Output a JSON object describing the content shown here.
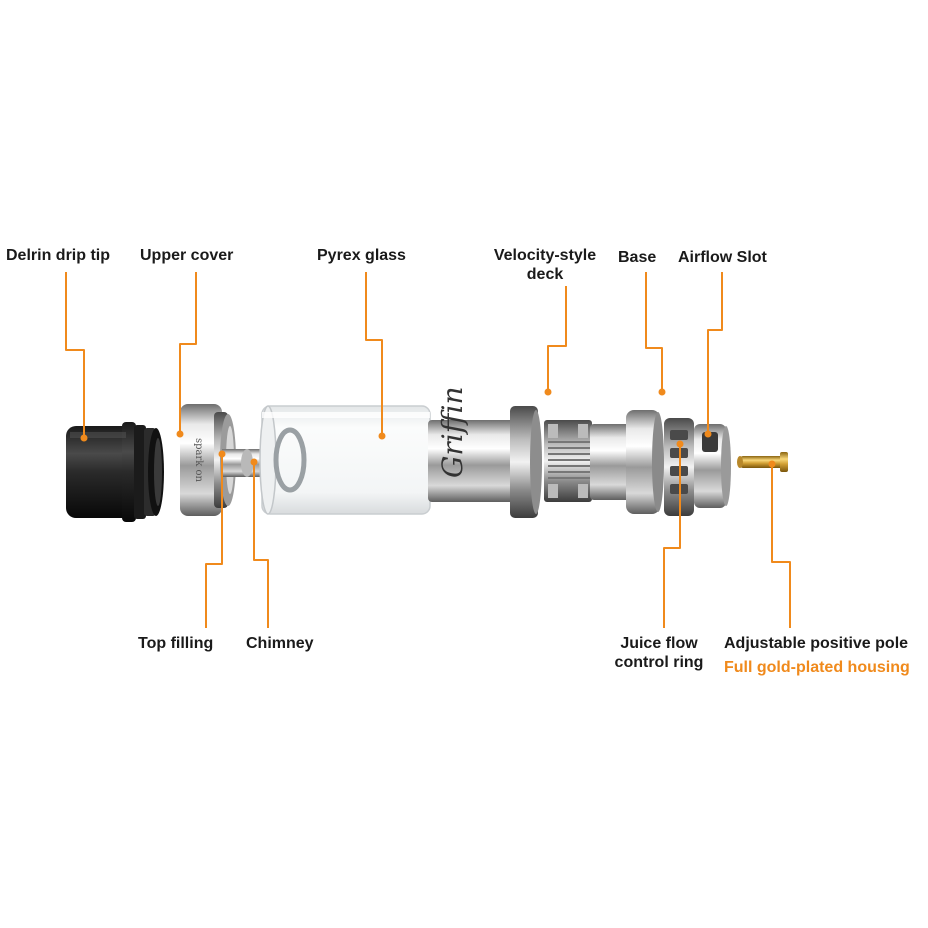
{
  "labels": {
    "delrin_drip_tip": "Delrin drip tip",
    "upper_cover": "Upper cover",
    "pyrex_glass": "Pyrex glass",
    "velocity_deck_line1": "Velocity-style",
    "velocity_deck_line2": "deck",
    "base": "Base",
    "airflow_slot": "Airflow Slot",
    "top_filling": "Top  filling",
    "chimney": "Chimney",
    "juice_flow_line1": "Juice flow",
    "juice_flow_line2": "control ring",
    "adjustable_pole": "Adjustable positive pole",
    "gold_housing": "Full gold-plated housing"
  },
  "product_engraving": "Griffin",
  "colors": {
    "leader_line": "#f08a1c",
    "label_text": "#1a1a1a",
    "highlight_text": "#f08a1c"
  }
}
